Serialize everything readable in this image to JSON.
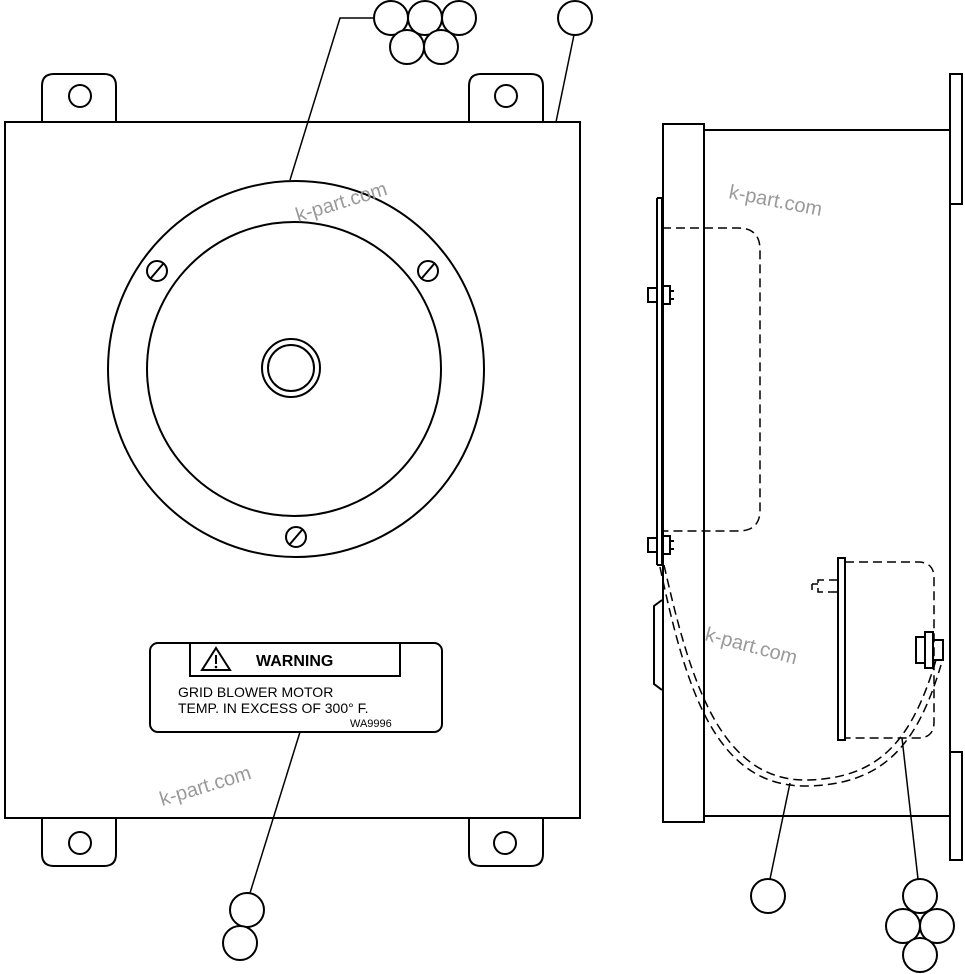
{
  "warning_label": {
    "heading": "WARNING",
    "line1": "GRID BLOWER MOTOR",
    "line2": "TEMP. IN EXCESS OF 300° F.",
    "part_number": "WA9996"
  },
  "watermarks": [
    "k-part.com",
    "k-part.com",
    "k-part.com",
    "k-part.com"
  ]
}
